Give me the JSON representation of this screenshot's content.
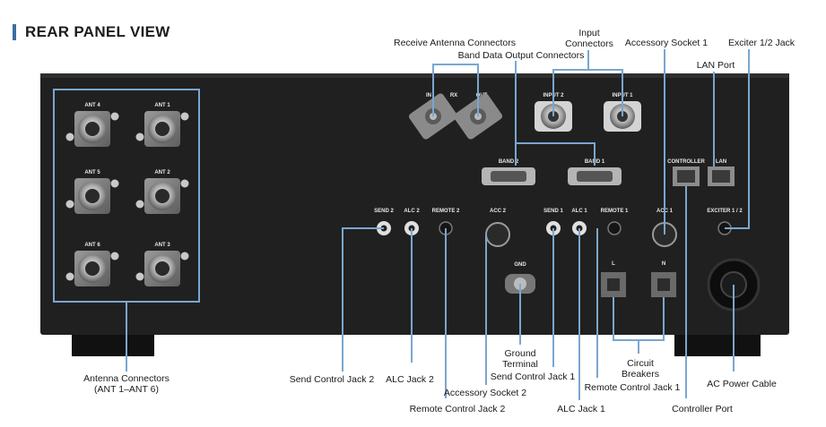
{
  "title": "REAR PANEL VIEW",
  "colors": {
    "accent": "#3b6fa0",
    "panel": "#1f1f1f",
    "callout_line": "#7aa6cf"
  },
  "panel_labels": {
    "ant4": "ANT 4",
    "ant1": "ANT 1",
    "ant5": "ANT 5",
    "ant2": "ANT 2",
    "ant6": "ANT 6",
    "ant3": "ANT 3",
    "in": "IN",
    "rx": "RX",
    "out": "OUT",
    "input2": "INPUT 2",
    "input1": "INPUT 1",
    "band2": "BAND 2",
    "band1": "BAND 1",
    "controller": "CONTROLLER",
    "lan": "LAN",
    "send2": "SEND 2",
    "alc2": "ALC 2",
    "remote2": "REMOTE 2",
    "acc2": "ACC 2",
    "send1": "SEND 1",
    "alc1": "ALC 1",
    "remote1": "REMOTE 1",
    "acc1": "ACC 1",
    "exciter": "EXCITER 1 / 2",
    "gnd": "GND",
    "l": "L",
    "n": "N"
  },
  "callouts": {
    "receive_antenna": "Receive Antenna Connectors",
    "input_connectors_1": "Input",
    "input_connectors_2": "Connectors",
    "band_data": "Band Data Output Connectors",
    "accessory_socket_1": "Accessory Socket 1",
    "exciter_jack": "Exciter 1/2 Jack",
    "lan_port": "LAN Port",
    "antenna_connectors_1": "Antenna Connectors",
    "antenna_connectors_2": "(ANT 1–ANT 6)",
    "send_control_2": "Send Control Jack 2",
    "alc_jack_2": "ALC Jack 2",
    "remote_control_2": "Remote Control Jack 2",
    "accessory_socket_2": "Accessory Socket 2",
    "ground_terminal_1": "Ground",
    "ground_terminal_2": "Terminal",
    "send_control_1": "Send Control Jack 1",
    "alc_jack_1": "ALC Jack 1",
    "circuit_breakers_1": "Circuit",
    "circuit_breakers_2": "Breakers",
    "remote_control_1": "Remote Control Jack 1",
    "controller_port": "Controller Port",
    "ac_power": "AC Power Cable"
  }
}
